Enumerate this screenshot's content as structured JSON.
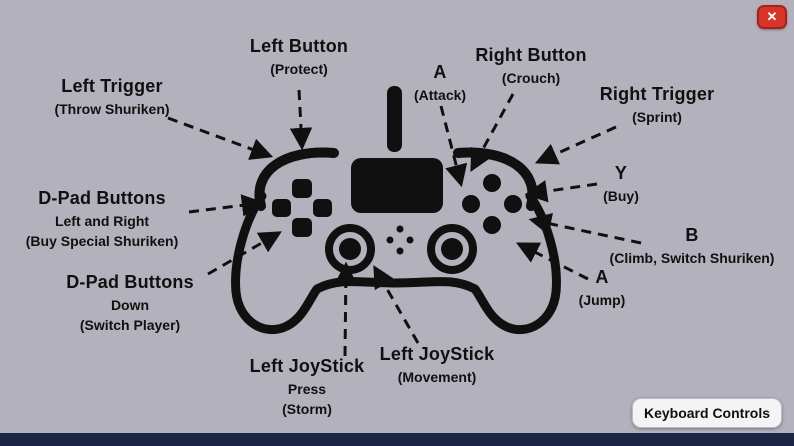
{
  "colors": {
    "bg": "#b3b1bc",
    "ink": "#101010",
    "close_bg": "#d8352a",
    "close_border": "#a82019",
    "bottom_bar": "#1b2544",
    "kb_btn_bg": "#f4f3f6",
    "kb_btn_border": "#bdbcc4"
  },
  "window": {
    "close_glyph": "✕"
  },
  "footer": {
    "keyboard_button_label": "Keyboard Controls"
  },
  "annotations": {
    "left_trigger": {
      "title": "Left Trigger",
      "sub1": "(Throw Shuriken)"
    },
    "left_button": {
      "title": "Left Button",
      "sub1": "(Protect)"
    },
    "a_attack": {
      "title": "A",
      "sub1": "(Attack)"
    },
    "right_button": {
      "title": "Right Button",
      "sub1": "(Crouch)"
    },
    "right_trigger": {
      "title": "Right Trigger",
      "sub1": "(Sprint)"
    },
    "dpad_left_right": {
      "title": "D-Pad Buttons",
      "sub1": "Left and Right",
      "sub2": "(Buy Special Shuriken)"
    },
    "y_buy": {
      "title": "Y",
      "sub1": "(Buy)"
    },
    "b_climb": {
      "title": "B",
      "sub1": "(Climb, Switch Shuriken)"
    },
    "a_jump": {
      "title": "A",
      "sub1": "(Jump)"
    },
    "dpad_down": {
      "title": "D-Pad Buttons",
      "sub1": "Down",
      "sub2": "(Switch Player)"
    },
    "stick_press": {
      "title": "Left JoyStick",
      "sub1": "Press",
      "sub2": "(Storm)"
    },
    "stick_move": {
      "title": "Left JoyStick",
      "sub1": "(Movement)"
    }
  }
}
